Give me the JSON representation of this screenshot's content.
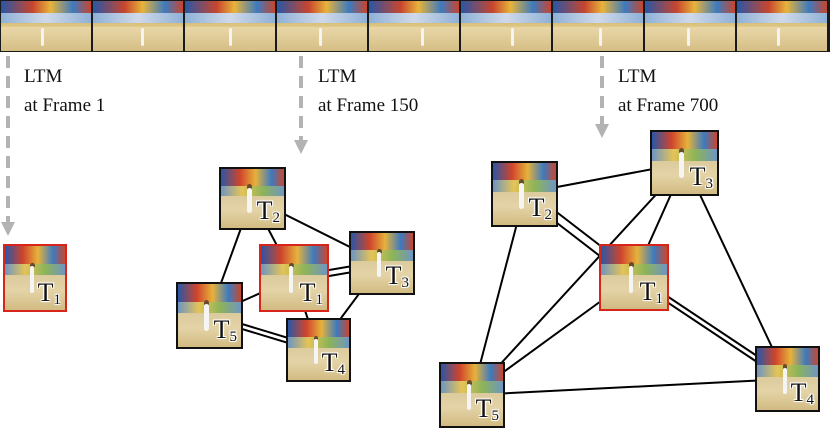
{
  "film_strip": {
    "frame_count": 9
  },
  "stages": [
    {
      "title_line1": "LTM",
      "title_line2": "at Frame 1"
    },
    {
      "title_line1": "LTM",
      "title_line2": "at Frame 150"
    },
    {
      "title_line1": "LTM",
      "title_line2": "at Frame 700"
    }
  ],
  "nodes": {
    "g1": [
      {
        "letter": "T",
        "sub": "1",
        "highlight": true
      }
    ],
    "g2": [
      {
        "letter": "T",
        "sub": "2",
        "highlight": false
      },
      {
        "letter": "T",
        "sub": "1",
        "highlight": true
      },
      {
        "letter": "T",
        "sub": "3",
        "highlight": false
      },
      {
        "letter": "T",
        "sub": "5",
        "highlight": false
      },
      {
        "letter": "T",
        "sub": "4",
        "highlight": false
      }
    ],
    "g3": [
      {
        "letter": "T",
        "sub": "2",
        "highlight": false
      },
      {
        "letter": "T",
        "sub": "3",
        "highlight": false
      },
      {
        "letter": "T",
        "sub": "1",
        "highlight": true
      },
      {
        "letter": "T",
        "sub": "5",
        "highlight": false
      },
      {
        "letter": "T",
        "sub": "4",
        "highlight": false
      }
    ]
  },
  "colors": {
    "highlight_border": "#d8251b",
    "node_border": "#111111",
    "arrow": "#b3b3b3",
    "edge": "#000000"
  }
}
